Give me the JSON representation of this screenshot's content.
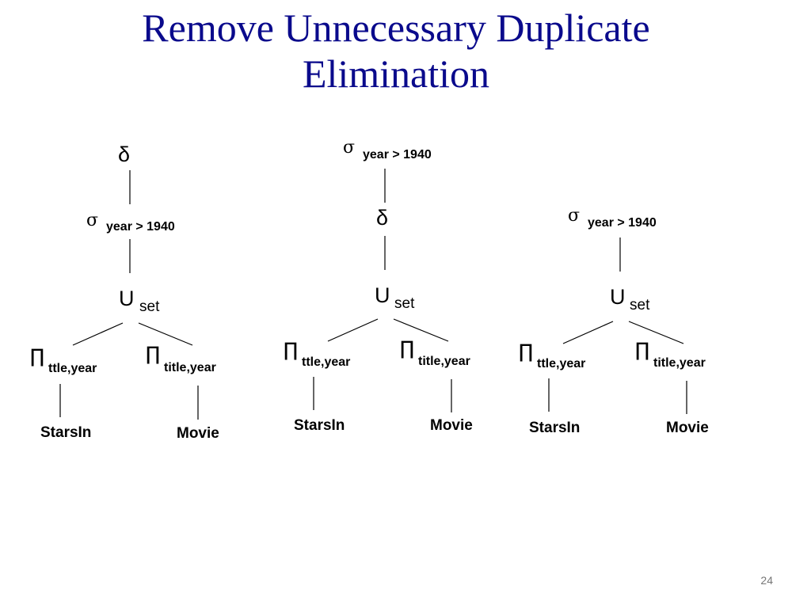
{
  "slide": {
    "title_line1": "Remove Unnecessary Duplicate",
    "title_line2": "Elimination",
    "page_number": "24"
  },
  "symbols": {
    "delta": "δ",
    "sigma": "σ",
    "pi": "∏",
    "union": "U"
  },
  "trees": [
    {
      "delta": "δ",
      "sigma_condition": "year > 1940",
      "union_sub": "set",
      "left_pi_attrs": "ttle,year",
      "right_pi_attrs": "title,year",
      "left_relation": "StarsIn",
      "right_relation": "Movie"
    },
    {
      "sigma_condition": "year > 1940",
      "delta": "δ",
      "union_sub": "set",
      "left_pi_attrs": "ttle,year",
      "right_pi_attrs": "title,year",
      "left_relation": "StarsIn",
      "right_relation": "Movie"
    },
    {
      "sigma_condition": "year > 1940",
      "union_sub": "set",
      "left_pi_attrs": "ttle,year",
      "right_pi_attrs": "title,year",
      "left_relation": "StarsIn",
      "right_relation": "Movie"
    }
  ]
}
